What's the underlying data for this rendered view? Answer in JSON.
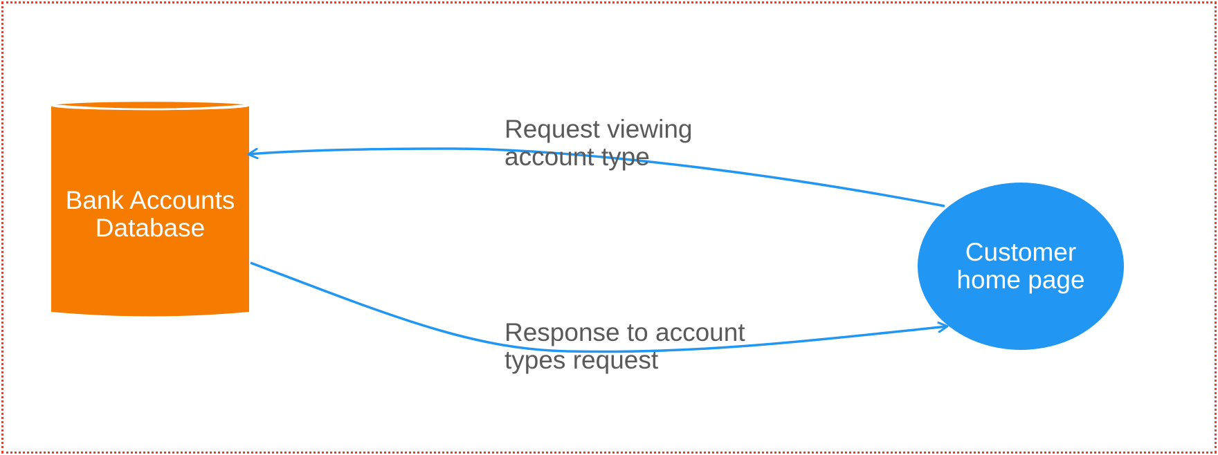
{
  "diagram": {
    "nodes": {
      "database": {
        "label": "Bank Accounts\nDatabase",
        "shape": "cylinder",
        "color": "#f57c00"
      },
      "customer": {
        "label": "Customer\nhome page",
        "shape": "ellipse",
        "color": "#2196f3"
      }
    },
    "flows": {
      "request": {
        "label": "Request viewing\naccount type",
        "from": "customer",
        "to": "database"
      },
      "response": {
        "label": "Response to account\ntypes request",
        "from": "database",
        "to": "customer"
      }
    },
    "colors": {
      "frame_border": "#ef3b2c",
      "arrow": "#2196f3",
      "flow_text": "#595959",
      "node_text": "#ffffff"
    }
  }
}
